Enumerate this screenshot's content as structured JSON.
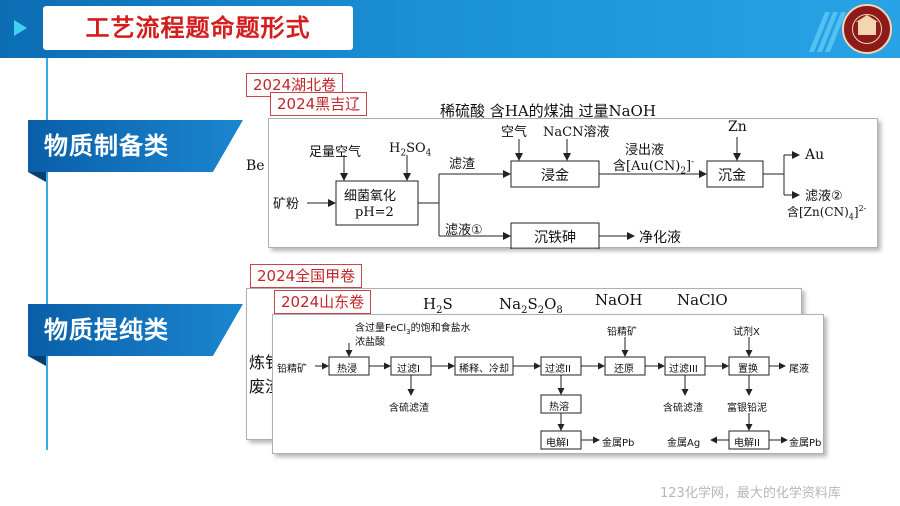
{
  "header": {
    "title": "工艺流程题命题形式",
    "logo_icon": "university-seal-icon",
    "accent": "#1a8fd6",
    "title_color": "#d41e1e"
  },
  "categories": [
    {
      "label": "物质制备类"
    },
    {
      "label": "物质提纯类"
    }
  ],
  "prep": {
    "back_tag": "2024湖北卷",
    "front_tag": "2024黑吉辽",
    "back_reagents": "稀硫酸   含HA的煤油  过量NaOH",
    "back_left": "Be",
    "flow": {
      "air_in": "足量空气",
      "h2so4": "H",
      "h2so4_sub": "2",
      "h2so4_rest": "SO",
      "h2so4_sub2": "4",
      "ore": "矿粉",
      "oxidation_line1": "细菌氧化",
      "oxidation_line2": "pH=2",
      "residue": "滤渣",
      "filtrate1": "滤液①",
      "air": "空气",
      "nacn": "NaCN溶液",
      "leach": "浸金",
      "arsenic": "沉铁砷",
      "purify": "净化液",
      "leachate": "浸出液",
      "complex_pre": "含[Au(CN)",
      "complex_sub": "2",
      "complex_post": "]",
      "complex_sup": "-",
      "zn": "Zn",
      "precip": "沉金",
      "au": "Au",
      "filtrate2": "滤液②",
      "zn_complex_pre": "含[Zn(CN)",
      "zn_complex_sub": "4",
      "zn_complex_post": "]",
      "zn_complex_sup": "2-"
    }
  },
  "purify": {
    "back_tag": "2024全国甲卷",
    "front_tag": "2024山东卷",
    "back_reagents": {
      "h2s": "H",
      "h2s_sub": "2",
      "h2s_rest": "S",
      "na2s2o8_1": "Na",
      "na2s2o8_s1": "2",
      "na2s2o8_2": "S",
      "na2s2o8_s2": "2",
      "na2s2o8_3": "O",
      "na2s2o8_s3": "8",
      "naoh": "NaOH",
      "naclo": "NaClO"
    },
    "back_left1": "炼钅",
    "back_left2": "废渣",
    "flow": {
      "reagent_line1_pre": "含过量FeCl",
      "reagent_line1_sub": "3",
      "reagent_line1_post": "的饱和食盐水",
      "reagent_line2": "浓盐酸",
      "ore": "铅精矿",
      "hot_leach": "热浸",
      "filter1": "过滤I",
      "dilute": "稀释、冷却",
      "filter2": "过滤II",
      "reduce": "还原",
      "filter3": "过滤III",
      "replace": "置换",
      "tail": "尾液",
      "reduce_reagent": "铅精矿",
      "reagent_x": "试剂X",
      "residue1": "含硫滤渣",
      "hot_dissolve": "热溶",
      "residue2": "含硫滤渣",
      "silver_mud": "富银铅泥",
      "electro1": "电解I",
      "pb1": "金属Pb",
      "ag": "金属Ag",
      "electro2": "电解II",
      "pb2": "金属Pb"
    }
  },
  "footer": "123化学网，最大的化学资料库"
}
